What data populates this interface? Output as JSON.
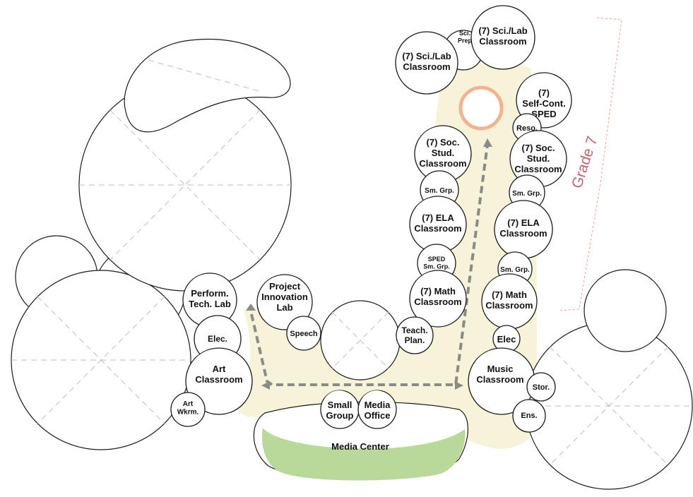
{
  "colors": {
    "pink": "#f2b5bb",
    "deep_pink": "#e8a0a6",
    "sped_pink": "#f5bcd5",
    "green": "#b9dcc2",
    "blue": "#bfdcf2",
    "gray": "#e3e3e3",
    "corridor": "#f7f3d9",
    "media_green": "#b9d99a",
    "orange_ring": "#f2b48e",
    "grade_label": "#c06473",
    "arrow": "#8a8a8a"
  },
  "rooms": {
    "sci_lab_left": "(7) Sci./Lab Classroom",
    "sci_prep": "Sci. Prep",
    "sci_lab_right": "(7) Sci./Lab Classroom",
    "self_cont_sped": "(7) Self-Cont. SPED",
    "reso": "Reso.",
    "soc_stud_left": "(7) Soc. Stud. Classroom",
    "soc_stud_right": "(7) Soc. Stud. Classroom",
    "sm_grp_left": "Sm. Grp.",
    "sm_grp_right_1": "Sm. Grp.",
    "ela_left": "(7) ELA Classroom",
    "ela_right": "(7) ELA Classroom",
    "sped_sm_grp": "SPED Sm. Grp.",
    "sm_grp_right_2": "Sm. Grp.",
    "math_left": "(7) Math Classroom",
    "math_right": "(7) Math Classroom",
    "teach_plan": "Teach. Plan.",
    "elec_right": "Elec",
    "music": "Music Classroom",
    "stor": "Stor.",
    "ens": "Ens.",
    "perform_tech": "Perform. Tech. Lab",
    "project_innovation": "Project Innovation Lab",
    "speech": "Speech",
    "elec_left": "Elec.",
    "art": "Art Classroom",
    "art_wkrm": "Art Wkrm.",
    "small_group": "Small Group",
    "media_office": "Media Office",
    "media_center": "Media Center"
  },
  "grade_label": "Grade 7"
}
